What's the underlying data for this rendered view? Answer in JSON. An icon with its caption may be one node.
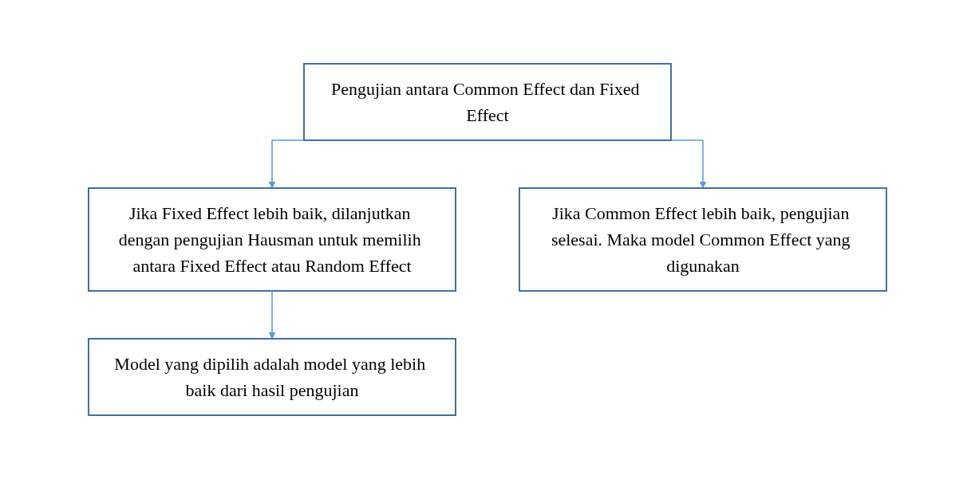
{
  "diagram": {
    "nodes": [
      {
        "text": [
          "Pengujian antara Common Effect dan Fixed Effect"
        ]
      },
      {
        "text": [
          "Jika Fixed Effect lebih baik, dilanjutkan dengan pengujian Hausman untuk memilih antara Fixed Effect atau Random Effect"
        ]
      },
      {
        "text": [
          "Jika Common Effect lebih baik, pengujian selesai. Maka model Common Effect yang digunakan"
        ]
      },
      {
        "text": [
          "Model yang dipilih adalah model yang lebih baik dari hasil pengujian"
        ]
      }
    ],
    "edges": [
      {
        "from": 0,
        "to": 1,
        "arrow": "to"
      },
      {
        "from": 0,
        "to": 2,
        "arrow": "to"
      },
      {
        "from": 1,
        "to": 3,
        "arrow": "to"
      }
    ]
  }
}
